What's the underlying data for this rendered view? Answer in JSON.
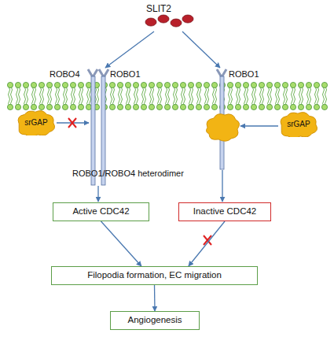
{
  "diagram": {
    "nodes": [
      {
        "text": [
          "srGAP"
        ]
      },
      {
        "text": [
          "srGAP"
        ]
      },
      {
        "text": [
          "Active CDC42"
        ]
      },
      {
        "text": [
          "Inactive CDC42"
        ]
      },
      {
        "text": [
          "Filopodia formation, EC migration"
        ]
      },
      {
        "text": [
          "Angiogenesis"
        ]
      }
    ],
    "edges": [
      {
        "from": 2,
        "to": 4,
        "arrow": "to"
      },
      {
        "from": 3,
        "to": 4,
        "arrow": "to"
      },
      {
        "from": 4,
        "to": 5,
        "arrow": "to"
      }
    ],
    "labels": [
      "SLIT2",
      "ROBO4",
      "ROBO1",
      "ROBO1",
      "ROBO1/ROBO4 heterodimer"
    ]
  }
}
